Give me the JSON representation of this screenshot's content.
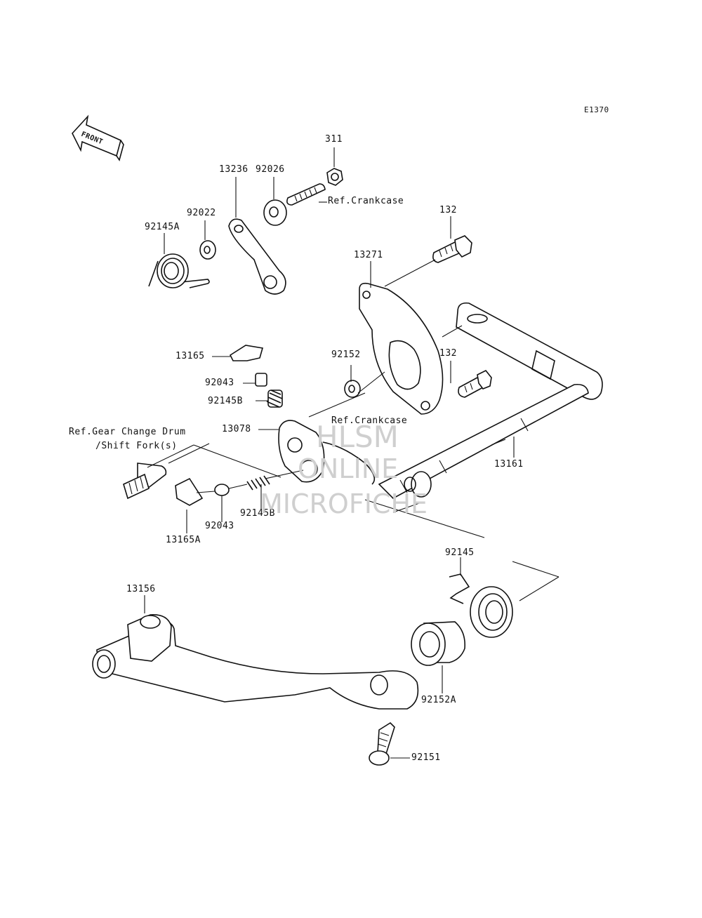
{
  "diagram_code": "E1370",
  "front_arrow_label": "FRONT",
  "parts": {
    "p311": "311",
    "p92026": "92026",
    "p13236": "13236",
    "p92022": "92022",
    "p92145A": "92145A",
    "p132a": "132",
    "p13271": "13271",
    "p13165": "13165",
    "p92043a": "92043",
    "p92145Ba": "92145B",
    "p92152": "92152",
    "p132b": "132",
    "p13078": "13078",
    "p13161": "13161",
    "p13165A": "13165A",
    "p92043b": "92043",
    "p92145Bb": "92145B",
    "p92145": "92145",
    "p13156": "13156",
    "p92152A": "92152A",
    "p92151": "92151"
  },
  "references": {
    "crankcase_top": "Ref.Crankcase",
    "crankcase_mid": "Ref.Crankcase",
    "gear_drum_line1": "Ref.Gear Change Drum",
    "gear_drum_line2": "/Shift Fork(s)"
  },
  "watermark": {
    "line1": "HLSM",
    "line2": "ONLINE",
    "line3": "MICROFICHE"
  }
}
